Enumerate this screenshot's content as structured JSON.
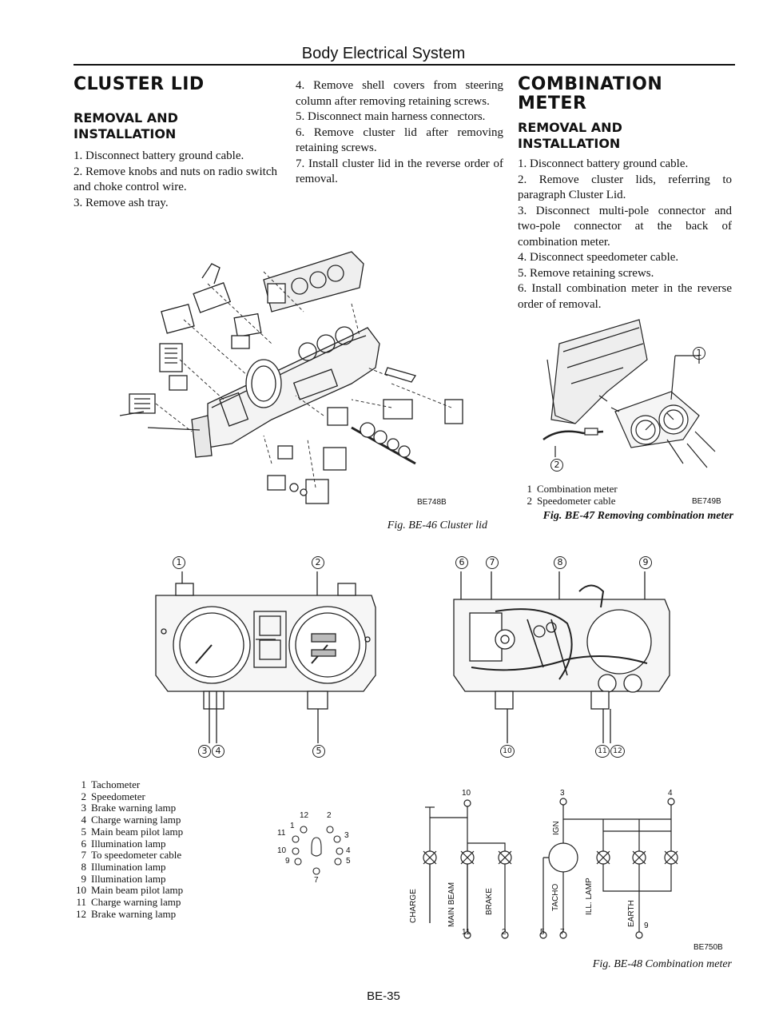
{
  "header": {
    "title": "Body Electrical System"
  },
  "cluster_lid": {
    "title": "CLUSTER LID",
    "subtitle": "REMOVAL AND INSTALLATION",
    "steps_col1": [
      "1.   Disconnect battery ground cable.",
      "2.   Remove knobs and nuts on radio switch and choke control wire.",
      "3.   Remove ash tray."
    ],
    "steps_col2": [
      "4.   Remove shell covers from steering column after removing retaining screws.",
      "5.   Disconnect main harness connectors.",
      "6.   Remove cluster lid after removing retaining screws.",
      "7.   Install cluster lid in the reverse order of removal."
    ],
    "figure_code": "BE748B",
    "figure_caption": "Fig. BE-46  Cluster lid"
  },
  "combination_meter": {
    "title": "COMBINATION METER",
    "subtitle": "REMOVAL AND INSTALLATION",
    "steps": [
      "1.   Disconnect battery ground cable.",
      "2.   Remove cluster lids, referring to paragraph Cluster Lid.",
      "3.   Disconnect multi-pole connector and two-pole connector at the back of combination meter.",
      "4.   Disconnect speedometer cable.",
      "5.   Remove retaining screws.",
      "6.   Install combination meter in the reverse order of removal."
    ],
    "fig47": {
      "legend": [
        {
          "n": "1",
          "label": "Combination meter"
        },
        {
          "n": "2",
          "label": "Speedometer cable"
        }
      ],
      "code": "BE749B",
      "caption": "Fig. BE-47  Removing combination meter",
      "callouts": [
        "1",
        "2"
      ]
    }
  },
  "fig48": {
    "legend": [
      {
        "n": "1",
        "label": "Tachometer"
      },
      {
        "n": "2",
        "label": "Speedometer"
      },
      {
        "n": "3",
        "label": "Brake warning lamp"
      },
      {
        "n": "4",
        "label": "Charge warning lamp"
      },
      {
        "n": "5",
        "label": "Main beam pilot lamp"
      },
      {
        "n": "6",
        "label": "Illumination lamp"
      },
      {
        "n": "7",
        "label": "To speedometer cable"
      },
      {
        "n": "8",
        "label": "Illumination lamp"
      },
      {
        "n": "9",
        "label": "Illumination lamp"
      },
      {
        "n": "10",
        "label": "Main beam pilot lamp"
      },
      {
        "n": "11",
        "label": "Charge warning lamp"
      },
      {
        "n": "12",
        "label": "Brake warning lamp"
      }
    ],
    "front_callouts": [
      "1",
      "2",
      "3",
      "4",
      "5"
    ],
    "rear_callouts": [
      "6",
      "7",
      "8",
      "9",
      "10",
      "11",
      "12"
    ],
    "connector_pins": [
      "12",
      "2",
      "11",
      "1",
      "3",
      "10",
      "4",
      "9",
      "5",
      "7"
    ],
    "wiring_labels": [
      "CHARGE",
      "MAIN BEAM",
      "BRAKE",
      "TACHO",
      "ILL. LAMP",
      "IGN",
      "EARTH"
    ],
    "wiring_pins": [
      "10",
      "3",
      "4",
      "11",
      "2",
      "5",
      "7",
      "9"
    ],
    "code": "BE750B",
    "caption": "Fig. BE-48  Combination meter"
  },
  "footer": {
    "page": "BE-35"
  }
}
